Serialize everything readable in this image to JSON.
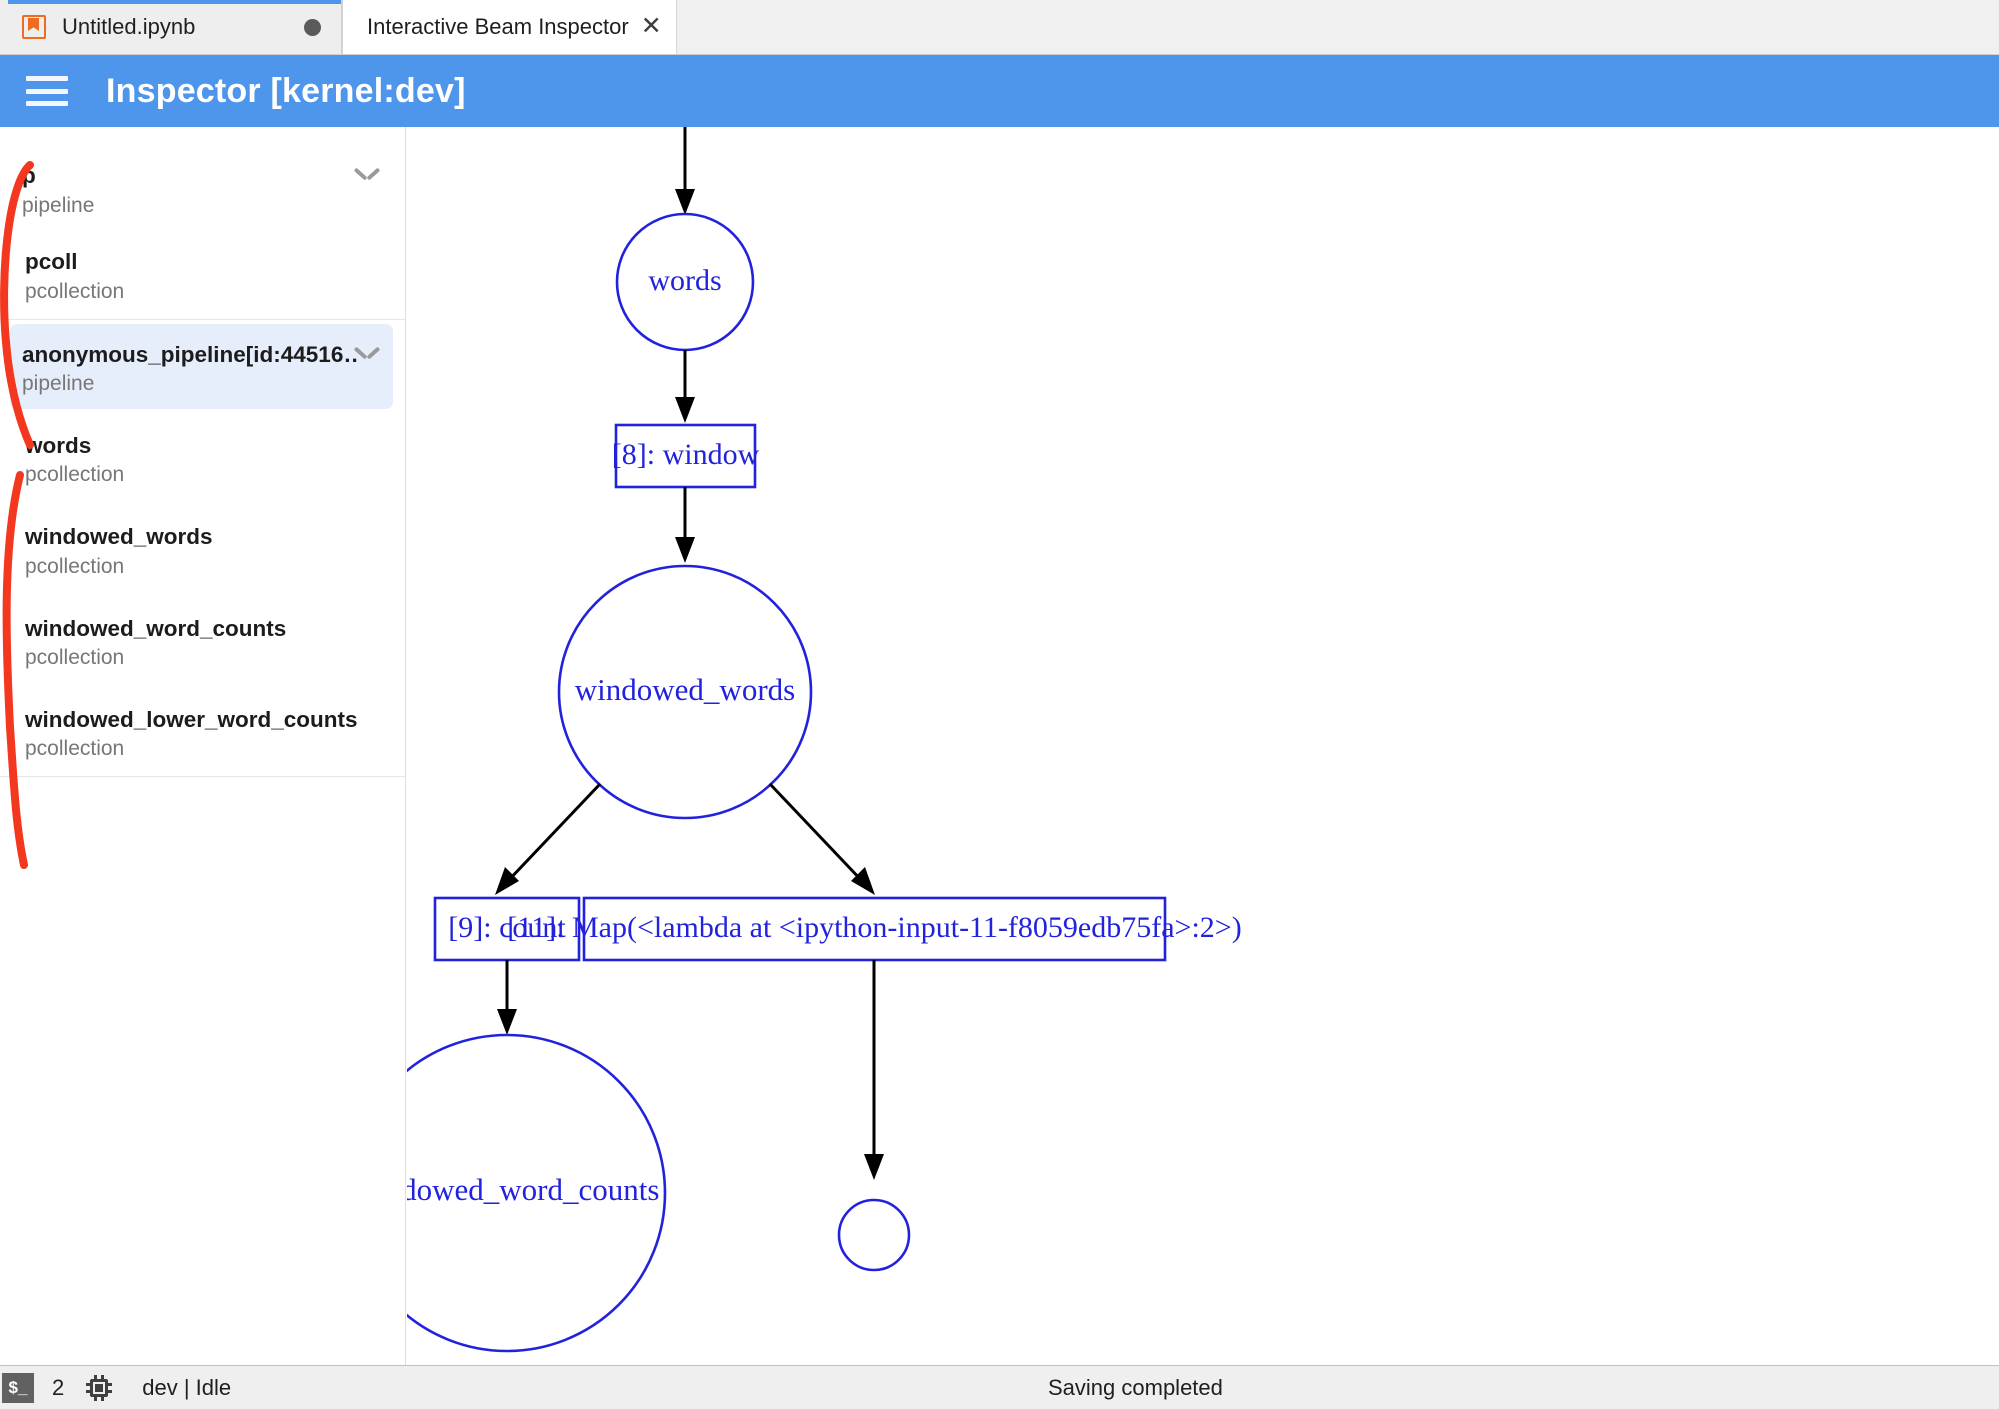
{
  "tabs": [
    {
      "label": "Untitled.ipynb",
      "icon": "notebook-icon",
      "state": "modified",
      "active": false
    },
    {
      "label": "Interactive Beam Inspector",
      "icon": "close-icon",
      "active": true
    }
  ],
  "header": {
    "menu_icon": "hamburger-icon",
    "title": "Inspector [kernel:dev]",
    "color": "#4d96ec"
  },
  "sidebar": {
    "groups": [
      {
        "items": [
          {
            "name": "p",
            "type": "pipeline",
            "level": "root",
            "selected": false,
            "chevron": true
          },
          {
            "name": "pcoll",
            "type": "pcollection",
            "level": "child",
            "selected": false,
            "chevron": false
          }
        ]
      },
      {
        "items": [
          {
            "name": "anonymous_pipeline[id:44516…",
            "type": "pipeline",
            "level": "root",
            "selected": true,
            "chevron": true
          },
          {
            "name": "words",
            "type": "pcollection",
            "level": "child",
            "selected": false,
            "chevron": false
          },
          {
            "name": "windowed_words",
            "type": "pcollection",
            "level": "child",
            "selected": false,
            "chevron": false
          },
          {
            "name": "windowed_word_counts",
            "type": "pcollection",
            "level": "child",
            "selected": false,
            "chevron": false
          },
          {
            "name": "windowed_lower_word_counts",
            "type": "pcollection",
            "level": "child",
            "selected": false,
            "chevron": false
          }
        ]
      }
    ],
    "annotation_color": "#f4371f"
  },
  "graph": {
    "node_color": "#2222dd",
    "edge_color": "#000000",
    "nodes": [
      {
        "id": "words",
        "label": "words",
        "shape": "ellipse"
      },
      {
        "id": "window",
        "label": "[8]: window",
        "shape": "box"
      },
      {
        "id": "windowed_words",
        "label": "windowed_words",
        "shape": "ellipse"
      },
      {
        "id": "count",
        "label": "[9]: count",
        "shape": "box"
      },
      {
        "id": "map",
        "label": "[11]: Map(<lambda at <ipython-input-11-f8059edb75fa>:2>)",
        "shape": "box"
      },
      {
        "id": "windowed_word_counts",
        "label": "windowed_word_counts",
        "shape": "ellipse"
      },
      {
        "id": "clipped_node",
        "label": "",
        "shape": "ellipse"
      }
    ],
    "edges": [
      {
        "from": "(top)",
        "to": "words"
      },
      {
        "from": "words",
        "to": "window"
      },
      {
        "from": "window",
        "to": "windowed_words"
      },
      {
        "from": "windowed_words",
        "to": "count"
      },
      {
        "from": "windowed_words",
        "to": "map"
      },
      {
        "from": "count",
        "to": "windowed_word_counts"
      },
      {
        "from": "map",
        "to": "clipped_node"
      }
    ]
  },
  "statusbar": {
    "terminal_icon_label": "$_",
    "terminal_count": "2",
    "kernel_icon": "cpu-chip-icon",
    "kernel_status": "dev | Idle",
    "save_status": "Saving completed"
  }
}
